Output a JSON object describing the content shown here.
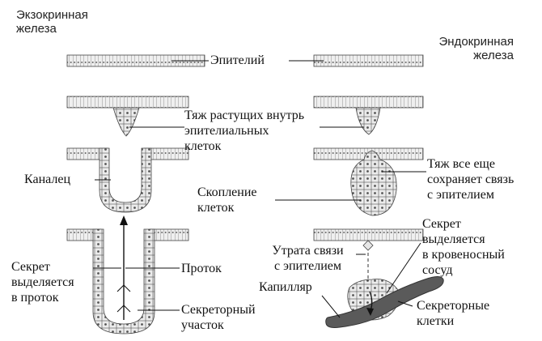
{
  "labels": {
    "exocrine": "Экзокринная\nжелеза",
    "endocrine": "Эндокринная\nжелеза",
    "epithelium": "Эпителий",
    "cord": "Тяж растущих внутрь\nэпителиальных\nклеток",
    "duct_small": "Каналец",
    "cord_still": "Тяж все еще\nсохраняет связь\nс эпителием",
    "cluster": "Скопление\nклеток",
    "secret_blood": "Секрет\nвыделяется\nв кровеносный\nсосуд",
    "loss_link": "Утрата связи\nс эпителием",
    "secret_duct": "Секрет\nвыделяется\nв проток",
    "duct": "Проток",
    "capillary": "Капилляр",
    "secretory_part": "Секреторный\nучасток",
    "secretory_cells": "Секреторные\nклетки"
  }
}
